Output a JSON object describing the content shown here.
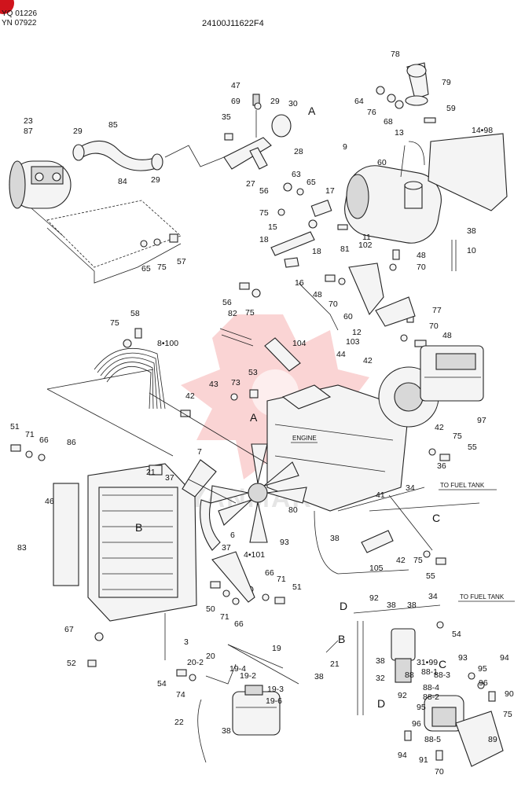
{
  "header": {
    "corner_badge_color": "#d0141c",
    "serial_1": "YQ 01226",
    "serial_2": "YN 07922",
    "figure_no": "24100J11622F4"
  },
  "notes": {
    "engine": "ENGINE",
    "to_fuel_tank_1": "TO FUEL TANK",
    "to_fuel_tank_2": "TO FUEL TANK"
  },
  "watermark": {
    "text": "YANMAR",
    "color": "#e83a3a"
  },
  "ref_letters": [
    "A",
    "A",
    "B",
    "B",
    "C",
    "C",
    "D",
    "D"
  ],
  "callouts": [
    "23",
    "87",
    "29",
    "85",
    "84",
    "29",
    "35",
    "47",
    "69",
    "29",
    "30",
    "28",
    "27",
    "78",
    "79",
    "64",
    "76",
    "68",
    "59",
    "13",
    "14•98",
    "9",
    "60",
    "56",
    "63",
    "65",
    "17",
    "75",
    "15",
    "18",
    "18",
    "81",
    "16",
    "65",
    "75",
    "57",
    "11",
    "102",
    "48",
    "70",
    "38",
    "10",
    "56",
    "75",
    "48",
    "70",
    "60",
    "77",
    "70",
    "12",
    "103",
    "48",
    "75",
    "58",
    "82",
    "8•100",
    "104",
    "44",
    "42",
    "53",
    "73",
    "43",
    "42",
    "97",
    "51",
    "71",
    "66",
    "86",
    "7",
    "21",
    "37",
    "42",
    "75",
    "55",
    "36",
    "46",
    "83",
    "6",
    "80",
    "41",
    "34",
    "4•101",
    "37",
    "93",
    "38",
    "105",
    "42",
    "75",
    "55",
    "66",
    "71",
    "51",
    "50",
    "71",
    "66",
    "3",
    "92",
    "38",
    "38",
    "34",
    "54",
    "67",
    "52",
    "20-2",
    "20",
    "19-4",
    "19-2",
    "19",
    "38",
    "21",
    "31•99",
    "93",
    "94",
    "38",
    "88-1",
    "88-3",
    "95",
    "32",
    "88",
    "88-4",
    "96",
    "90",
    "54",
    "74",
    "19-3",
    "88-2",
    "92",
    "75",
    "19-6",
    "22",
    "38",
    "95",
    "96",
    "88-5",
    "89",
    "94",
    "91",
    "70"
  ]
}
